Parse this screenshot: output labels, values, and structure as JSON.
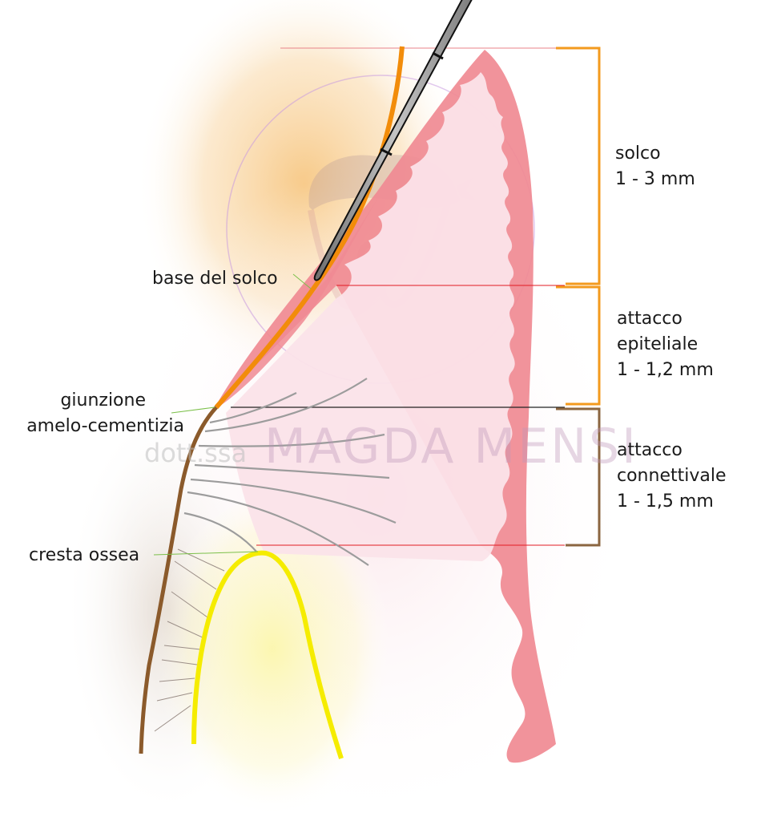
{
  "diagram": {
    "subject": "Periodontal attachment / probing depth",
    "colors": {
      "enamel": "#f28c0a",
      "cementum": "#8b5a2b",
      "bone": "#f5ec00",
      "gingiva": "#f08a93",
      "gingiva_inner": "#fbe4ea",
      "probe": "#9a9a9a",
      "reference_line": "#e21b23",
      "leader_line": "#7cc04a",
      "fibers": "#9a9a9a",
      "bracket_solco": "#f39a1e",
      "bracket_epiteliale": "#f39a1e",
      "bracket_connettivale": "#8b6540"
    },
    "left_labels": {
      "base_solco": "base del solco",
      "giunzione_line1": "giunzione",
      "giunzione_line2": "amelo-cementizia",
      "cresta": "cresta ossea"
    },
    "measurements": [
      {
        "line1": "solco",
        "line2": "1 - 3 mm",
        "line3": ""
      },
      {
        "line1": "attacco",
        "line2": "epiteliale",
        "line3": "1 - 1,2 mm"
      },
      {
        "line1": "attacco",
        "line2": "connettivale",
        "line3": "1 - 1,5 mm"
      }
    ],
    "watermark": {
      "prefix": "dott.ssa",
      "name": "MAGDA MENSI"
    }
  }
}
